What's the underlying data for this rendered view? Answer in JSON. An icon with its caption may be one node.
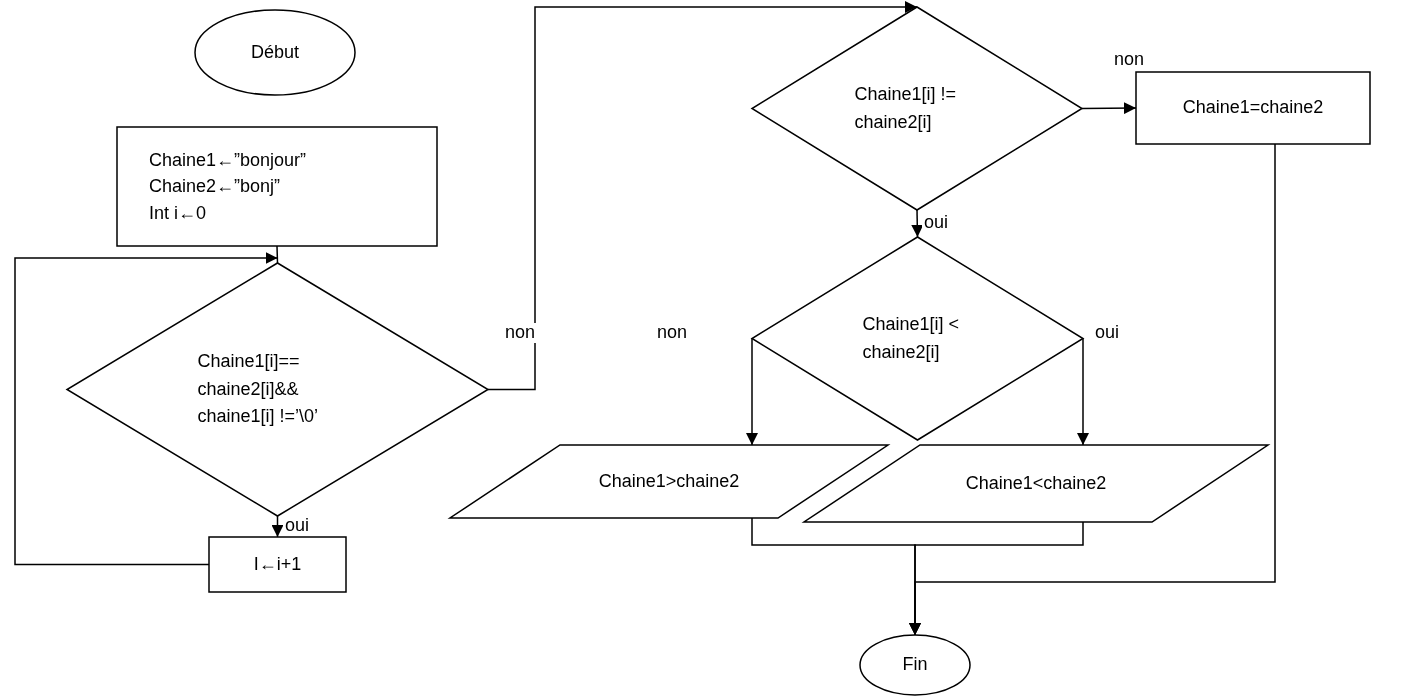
{
  "diagram": {
    "nodes": [
      {
        "text": [
          "Début"
        ]
      },
      {
        "text": [
          "Chaine1←”bonjour”",
          "Chaine2←”bonj”",
          "Int i←0"
        ]
      },
      {
        "text": [
          "Chaine1[i]== chaine2[i]&& chaine1[i] !=’\\0’"
        ]
      },
      {
        "text": [
          "I←i+1"
        ]
      },
      {
        "text": [
          "Chaine1[i] != chaine2[i]"
        ]
      },
      {
        "text": [
          "Chaine1=chaine2"
        ]
      },
      {
        "text": [
          "Chaine1[i] < chaine2[i]"
        ]
      },
      {
        "text": [
          "Chaine1>chaine2"
        ]
      },
      {
        "text": [
          "Chaine1<chaine2"
        ]
      },
      {
        "text": [
          "Fin"
        ]
      }
    ],
    "edges": [
      {
        "from": 1,
        "to": 2,
        "arrow": "none"
      },
      {
        "from": 2,
        "to": 3,
        "arrow": "to",
        "label": "oui"
      },
      {
        "from": 3,
        "to": 2,
        "arrow": "to"
      },
      {
        "from": 2,
        "to": 4,
        "arrow": "to",
        "label": "non"
      },
      {
        "from": 4,
        "to": 5,
        "arrow": "to",
        "label": "non"
      },
      {
        "from": 4,
        "to": 6,
        "arrow": "to",
        "label": "oui"
      },
      {
        "from": 6,
        "to": 7,
        "arrow": "to",
        "label": "non"
      },
      {
        "from": 6,
        "to": 8,
        "arrow": "to",
        "label": "oui"
      },
      {
        "from": 7,
        "to": 9,
        "arrow": "to"
      },
      {
        "from": 8,
        "to": 9,
        "arrow": "to"
      },
      {
        "from": 5,
        "to": 9,
        "arrow": "to"
      }
    ]
  }
}
